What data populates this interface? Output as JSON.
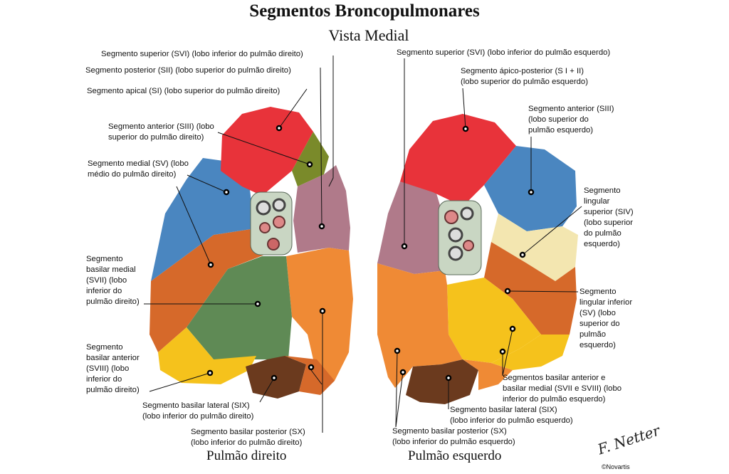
{
  "title": "Segmentos Broncopulmonares",
  "subtitle": "Vista Medial",
  "captions": {
    "right_lung": "Pulmão direito",
    "left_lung": "Pulmão esquerdo"
  },
  "signature": "F. Netter",
  "copyright": "©Novartis",
  "labels": {
    "r_svi": "Segmento superior (SVI) (lobo inferior do pulmão direito)",
    "r_sii": "Segmento posterior (SII) (lobo superior do pulmão direito)",
    "r_si": "Segmento apical (SI) (lobo superior do pulmão direito)",
    "r_siii": [
      "Segmento anterior (SIII) (lobo",
      "superior do pulmão direito)"
    ],
    "r_sv": [
      "Segmento medial (SV) (lobo",
      "médio do pulmão direito)"
    ],
    "r_svii": [
      "Segmento",
      "basilar medial",
      "(SVII) (lobo",
      "inferior do",
      "pulmão direito)"
    ],
    "r_sviii": [
      "Segmento",
      "basilar anterior",
      "(SVIII) (lobo",
      "inferior do",
      "pulmão direito)"
    ],
    "r_six": [
      "Segmento basilar lateral (SIX)",
      "(lobo inferior do pulmão direito)"
    ],
    "r_sx": [
      "Segmento basilar posterior (SX)",
      "(lobo inferior do pulmão direito)"
    ],
    "l_svi": "Segmento superior (SVI) (lobo inferior do pulmão esquerdo)",
    "l_si_ii": [
      "Segmento ápico-posterior (S I + II)",
      "(lobo superior do pulmão esquerdo)"
    ],
    "l_siii": [
      "Segmento anterior (SIII)",
      "(lobo superior do",
      "pulmão esquerdo)"
    ],
    "l_siv": [
      "Segmento",
      "lingular",
      "superior (SIV)",
      "(lobo superior",
      "do pulmão",
      "esquerdo)"
    ],
    "l_sv": [
      "Segmento",
      "lingular inferior",
      "(SV) (lobo",
      "superior do",
      "pulmão",
      "esquerdo)"
    ],
    "l_svii_viii": [
      "Segmentos basilar anterior e",
      "basilar medial (SVII e SVIII) (lobo",
      "inferior do pulmão esquerdo)"
    ],
    "l_six": [
      "Segmento basilar lateral (SIX)",
      "(lobo inferior do pulmão esquerdo)"
    ],
    "l_sx": [
      "Segmento basilar posterior (SX)",
      "(lobo inferior do pulmão esquerdo)"
    ]
  },
  "colors": {
    "red": "#e8333a",
    "blue": "#4a86c0",
    "olive": "#7a8a2a",
    "mauve": "#b07a8a",
    "orange": "#ef8a35",
    "darkorange": "#d6692a",
    "green": "#5f8a55",
    "yellow": "#f5c21c",
    "brown": "#6b3a1e",
    "cream": "#f3e6b0",
    "hilum": "#c9d6c3"
  }
}
